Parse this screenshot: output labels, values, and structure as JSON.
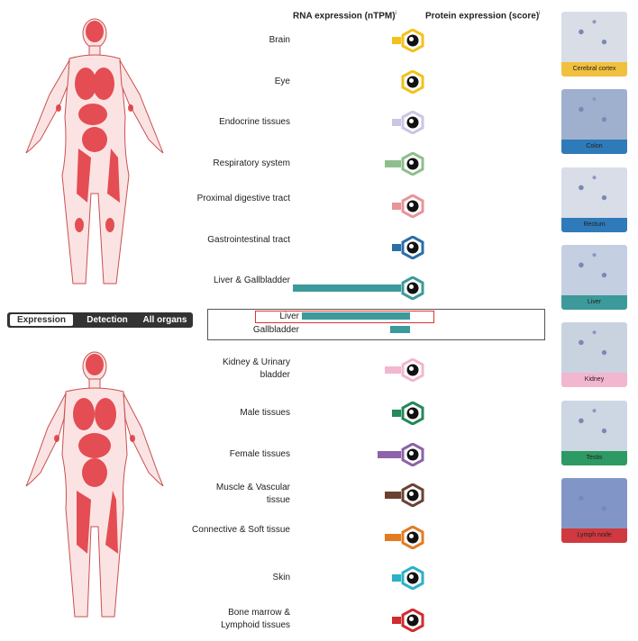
{
  "headers": {
    "rna": "RNA expression (nTPM)",
    "protein": "Protein expression (score)",
    "info_mark": "i"
  },
  "tabs": [
    {
      "label": "Expression",
      "active": true
    },
    {
      "label": "Detection",
      "active": false
    },
    {
      "label": "All organs",
      "active": false
    }
  ],
  "organs": [
    {
      "label": "Brain",
      "color": "#f2c21b",
      "bar": "short"
    },
    {
      "label": "Eye",
      "color": "#f2c21b",
      "bar": "none"
    },
    {
      "label": "Endocrine tissues",
      "color": "#c9c6e6",
      "bar": "short"
    },
    {
      "label": "Respiratory system",
      "color": "#8dbf8c",
      "bar": "medium"
    },
    {
      "label": "Proximal digestive tract",
      "color": "#e8949b",
      "bar": "short"
    },
    {
      "label": "Gastrointestinal tract",
      "color": "#2b6ea8",
      "bar": "short"
    },
    {
      "label": "Liver & Gallbladder",
      "color": "#3c9a9b",
      "bar": "long"
    },
    {
      "label": "Kidney & Urinary bladder",
      "color": "#f2b6cf",
      "bar": "medium"
    },
    {
      "label": "Male tissues",
      "color": "#23885a",
      "bar": "short"
    },
    {
      "label": "Female tissues",
      "color": "#8c62a8",
      "bar": "long-ish"
    },
    {
      "label": "Muscle & Vascular tissue",
      "color": "#6b4232",
      "bar": "medium"
    },
    {
      "label": "Connective & Soft tissue",
      "color": "#e37b22",
      "bar": "medium"
    },
    {
      "label": "Skin",
      "color": "#2ab1c6",
      "bar": "short"
    },
    {
      "label": "Bone marrow & Lymphoid tissues",
      "color": "#d02b2f",
      "bar": "short"
    }
  ],
  "subtissues": [
    {
      "label": "Liver"
    },
    {
      "label": "Gallbladder"
    }
  ],
  "thumbnails": [
    {
      "caption": "Cerebral cortex",
      "color": "#f2c03f",
      "tint": "#d9dde6"
    },
    {
      "caption": "Colon",
      "color": "#2f7ab8",
      "tint": "#9fb0cf"
    },
    {
      "caption": "Rectum",
      "color": "#2f7ab8",
      "tint": "#d9dde8"
    },
    {
      "caption": "Liver",
      "color": "#3c9a9b",
      "tint": "#c4cfe2"
    },
    {
      "caption": "Kidney",
      "color": "#f2b6cf",
      "tint": "#c9d3e0"
    },
    {
      "caption": "Testis",
      "color": "#2e9a63",
      "tint": "#cdd7e3"
    },
    {
      "caption": "Lymph node",
      "color": "#d0393f",
      "tint": "#8196c6"
    }
  ]
}
